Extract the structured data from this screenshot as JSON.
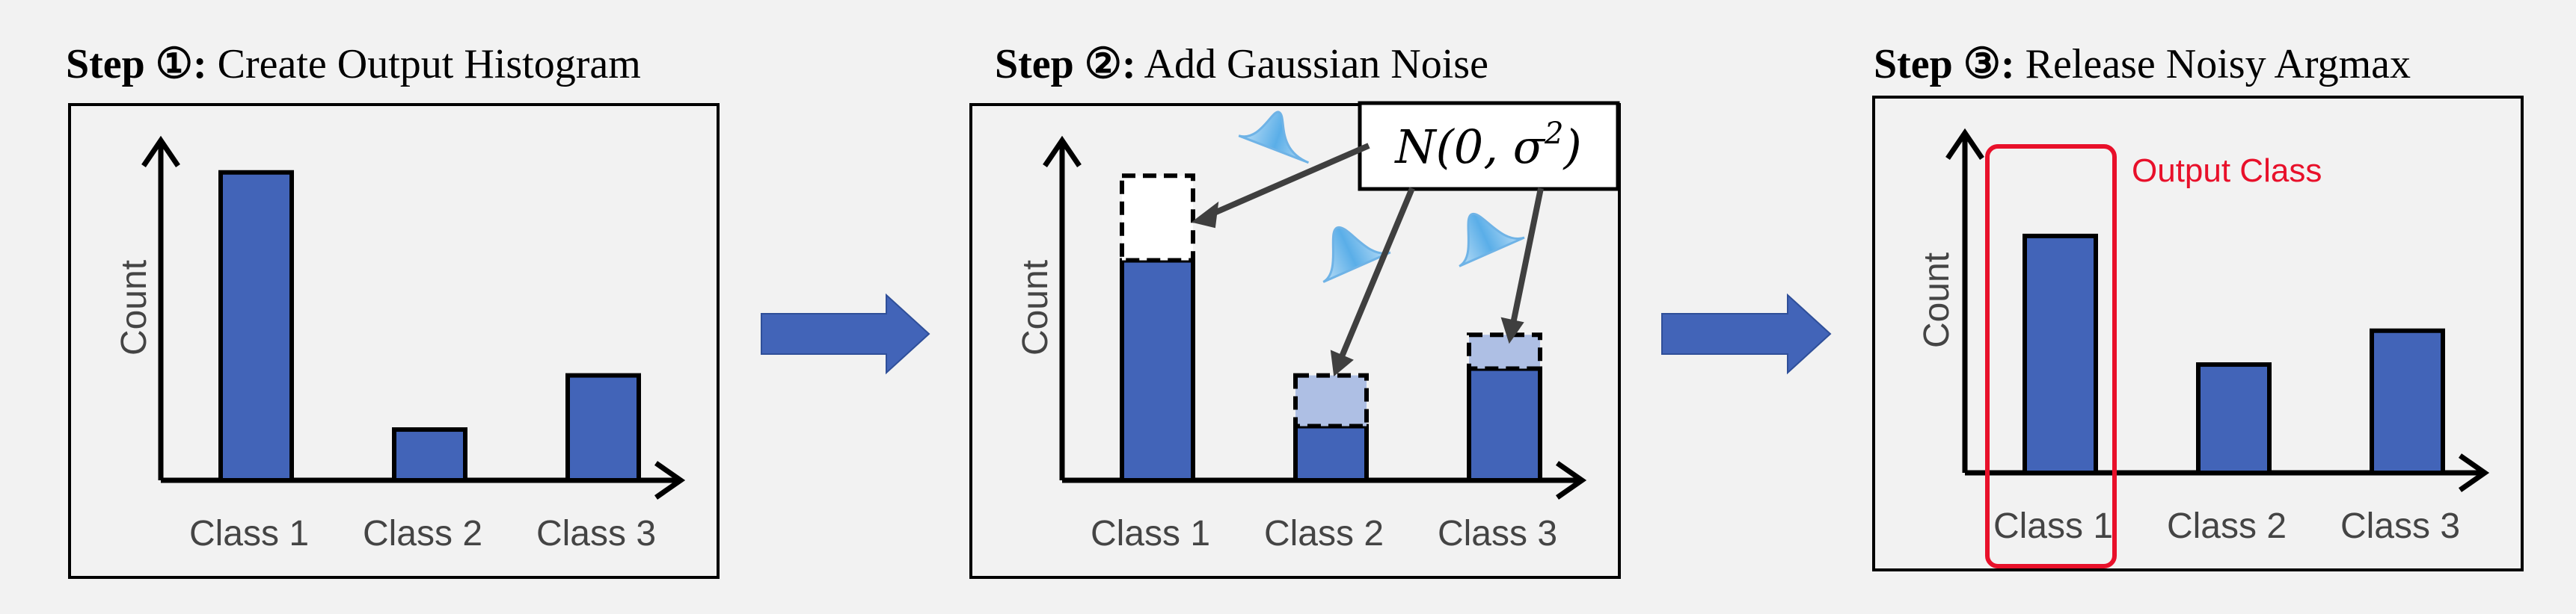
{
  "colors": {
    "background": "#f2f2f2",
    "bar": "#4264b8",
    "noise_fill": "#aebfe4",
    "highlight": "#e8102a",
    "arrow": "#4264b8",
    "bell": "#7fc0ee"
  },
  "steps": [
    {
      "title_bold": "Step ①:",
      "title_rest": " Create Output Histogram",
      "y_label": "Count",
      "classes": [
        "Class 1",
        "Class 2",
        "Class 3"
      ],
      "bar_levels": [
        0.91,
        0.15,
        0.31
      ]
    },
    {
      "title_bold": "Step ②:",
      "title_rest": " Add Gaussian Noise",
      "y_label": "Count",
      "classes": [
        "Class 1",
        "Class 2",
        "Class 3"
      ],
      "bar_levels": [
        0.65,
        0.16,
        0.33
      ],
      "noise_levels": [
        0.25,
        0.15,
        0.1
      ],
      "noise_label_main": "N(0, σ",
      "noise_label_sup": "2",
      "noise_label_end": ")"
    },
    {
      "title_bold": "Step ③:",
      "title_rest": " Release Noisy Argmax",
      "y_label": "Count",
      "classes": [
        "Class 1",
        "Class 2",
        "Class 3"
      ],
      "bar_levels": [
        0.7,
        0.32,
        0.42
      ],
      "highlight_label": "Output Class",
      "highlight_index": 0
    }
  ],
  "icons": [
    "flow-arrow-icon",
    "gaussian-bell-icon"
  ]
}
